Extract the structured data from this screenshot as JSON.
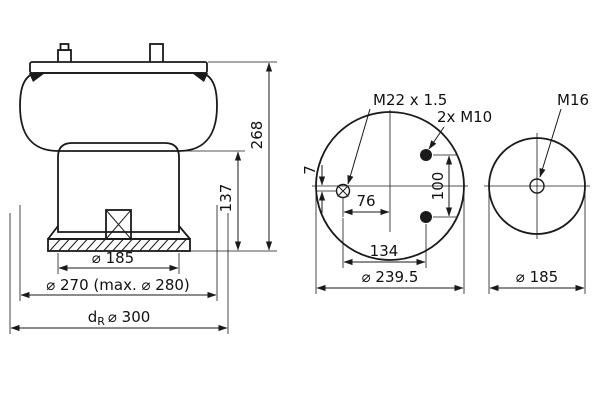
{
  "colors": {
    "line": "#1a1a1a",
    "background": "#ffffff"
  },
  "side_view": {
    "dim_height_total": "268",
    "dim_height_piston": "137",
    "dim_dia_piston": "⌀ 185",
    "dim_dia_bellows": "⌀ 270 (max. ⌀ 280)",
    "dim_dia_rim_prefix": "d",
    "dim_dia_rim_sub": "R",
    "dim_dia_rim_value": "⌀ 300"
  },
  "top_view": {
    "label_air_fitting": "M22 x 1.5",
    "label_studs": "2x M10",
    "dim_fitting_offset": "7",
    "dim_fitting_x": "76",
    "dim_stud_spacing": "100",
    "dim_fitting_to_studs": "134",
    "dim_bolt_circle": "⌀ 239.5"
  },
  "bottom_view": {
    "label_center_stud": "M16",
    "dim_dia": "⌀ 185"
  }
}
